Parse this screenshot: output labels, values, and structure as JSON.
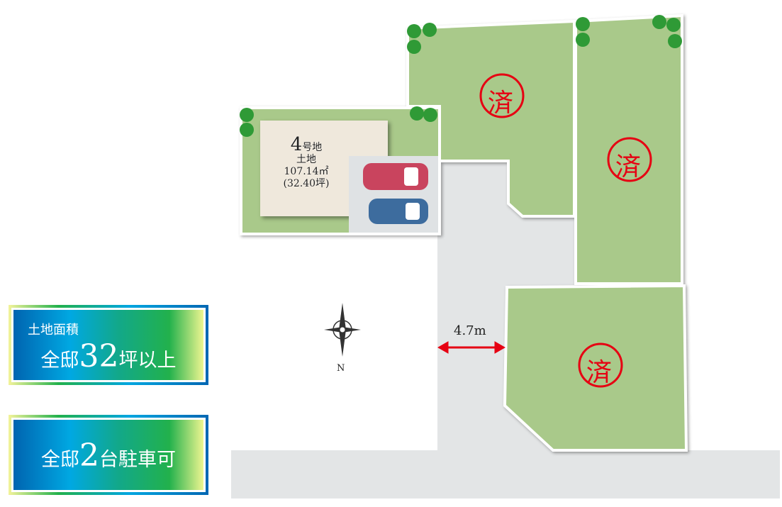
{
  "lot4": {
    "number": "4",
    "suffix": "号地",
    "type": "土地",
    "area_m2": "107.14㎡",
    "area_tsubo": "(32.40坪)"
  },
  "sold_mark": "済",
  "road_width": "4.7m",
  "compass": {
    "label": "N"
  },
  "badges": [
    {
      "small": "土地面積",
      "prefix": "全邸",
      "number": "32",
      "suffix": "坪以上"
    },
    {
      "prefix": "全邸",
      "number": "2",
      "suffix": "台駐車可"
    }
  ],
  "colors": {
    "lot_green": "#a9c98a",
    "road_gray": "#e3e5e6",
    "sold_red": "#e60012",
    "house_beige": "#efe8dc"
  }
}
